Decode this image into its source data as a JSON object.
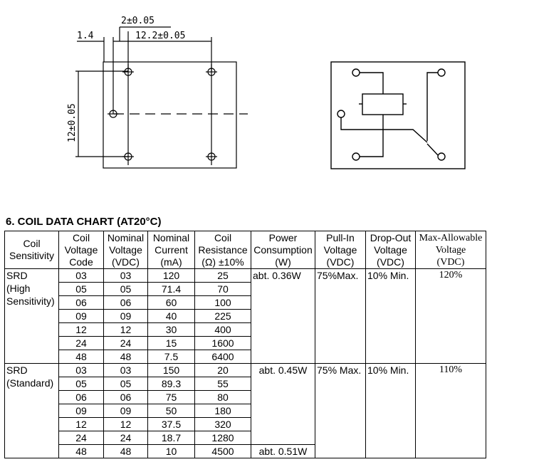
{
  "drawing": {
    "dim_pitch_small": "2±0.05",
    "dim_offset": "1.4",
    "dim_pitch_long": "12.2±0.05",
    "dim_pitch_vertical": "12±0.05"
  },
  "title": "6. COIL DATA CHART (AT20°C)",
  "headers": [
    [
      "Coil",
      "Sensitivity"
    ],
    [
      "Coil",
      "Voltage",
      "Code"
    ],
    [
      "Nominal",
      "Voltage",
      "(VDC)"
    ],
    [
      "Nominal",
      "Current",
      "(mA)"
    ],
    [
      "Coil",
      "Resistance",
      "(Ω) ±10%"
    ],
    [
      "Power",
      "Consumption",
      "(W)"
    ],
    [
      "Pull-In",
      "Voltage",
      "(VDC)"
    ],
    [
      "Drop-Out",
      "Voltage",
      "(VDC)"
    ],
    [
      "Max-Allowable",
      "Voltage",
      "(VDC)"
    ]
  ],
  "groups": [
    {
      "sensitivity": [
        "SRD",
        "(High",
        "Sensitivity)"
      ],
      "rows": [
        [
          "03",
          "03",
          "120",
          "25"
        ],
        [
          "05",
          "05",
          "71.4",
          "70"
        ],
        [
          "06",
          "06",
          "60",
          "100"
        ],
        [
          "09",
          "09",
          "40",
          "225"
        ],
        [
          "12",
          "12",
          "30",
          "400"
        ],
        [
          "24",
          "24",
          "15",
          "1600"
        ],
        [
          "48",
          "48",
          "7.5",
          "6400"
        ]
      ],
      "power": "abt. 0.36W",
      "pull_in": "75%Max.",
      "drop_out": "10% Min.",
      "max_allowable": "120%"
    },
    {
      "sensitivity": [
        "SRD",
        "(Standard)"
      ],
      "rows": [
        [
          "03",
          "03",
          "150",
          "20"
        ],
        [
          "05",
          "05",
          "89.3",
          "55"
        ],
        [
          "06",
          "06",
          "75",
          "80"
        ],
        [
          "09",
          "09",
          "50",
          "180"
        ],
        [
          "12",
          "12",
          "37.5",
          "320"
        ],
        [
          "24",
          "24",
          "18.7",
          "1280"
        ],
        [
          "48",
          "48",
          "10",
          "4500"
        ]
      ],
      "power": "abt. 0.45W",
      "power_last": "abt. 0.51W",
      "pull_in": "75% Max.",
      "drop_out": "10% Min.",
      "max_allowable": "110%"
    }
  ]
}
